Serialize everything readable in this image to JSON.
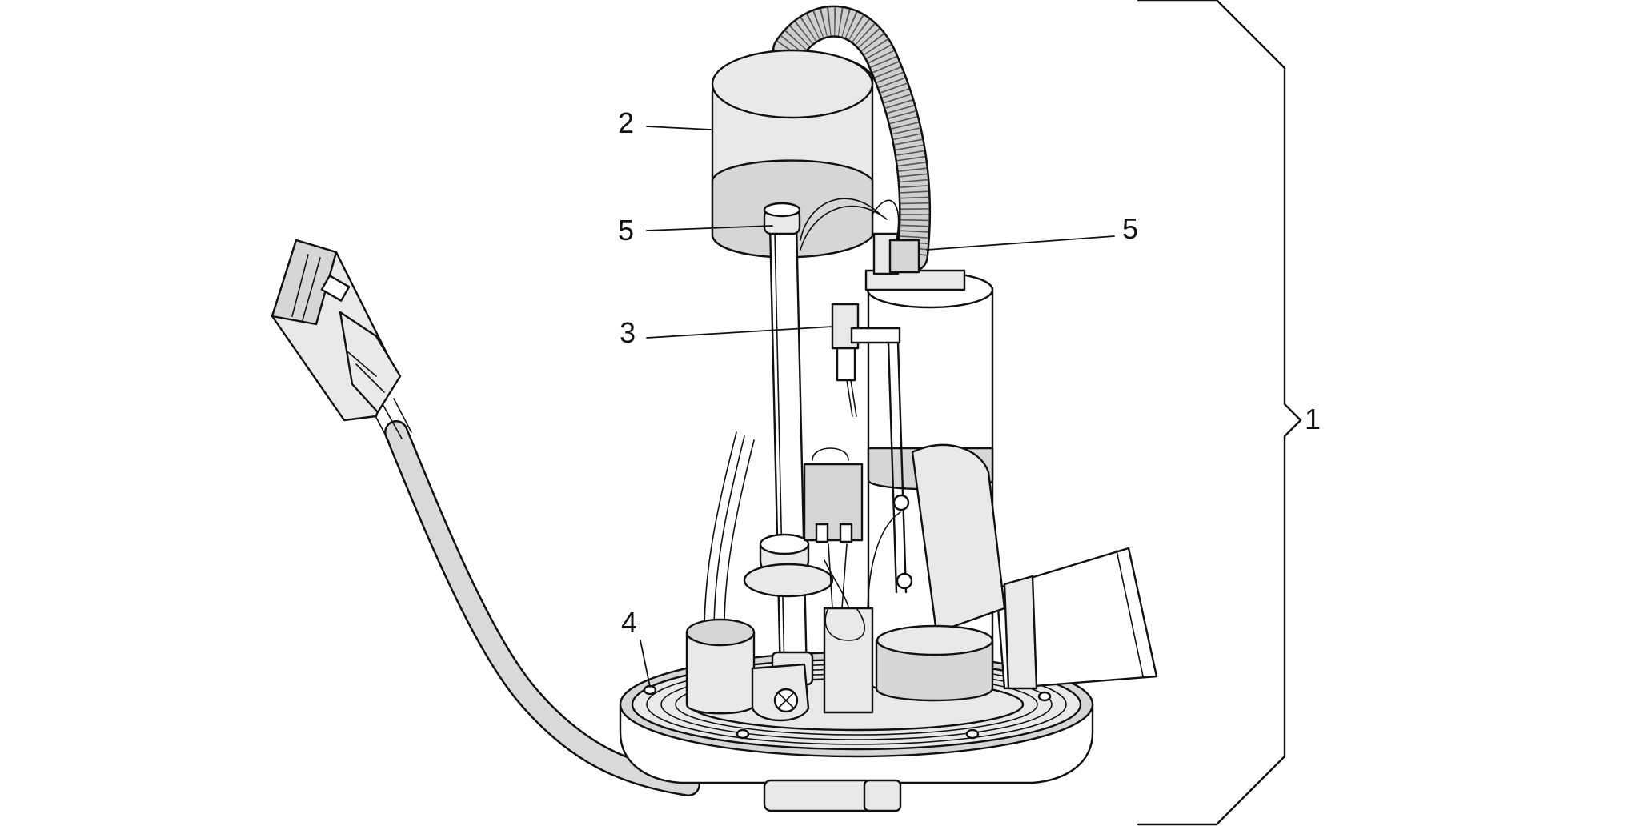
{
  "callouts": {
    "assembly": "1",
    "filter": "2",
    "sensor": "3",
    "gasket": "4",
    "clamp_left": "5",
    "clamp_right": "5"
  }
}
